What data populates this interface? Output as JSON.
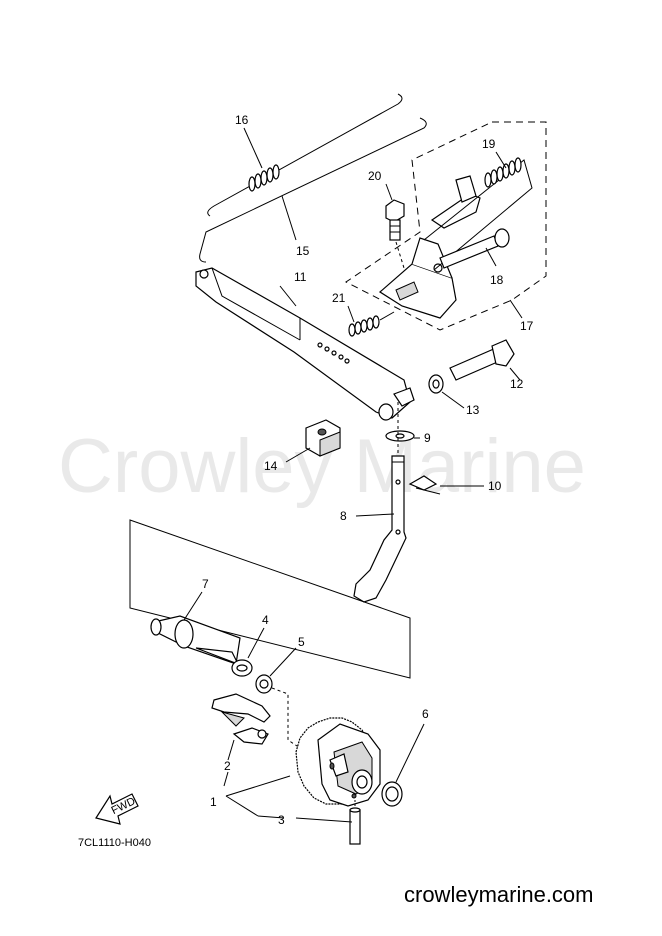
{
  "watermark": "Crowley Marine",
  "drawing_code": "7CL1110-H040",
  "footer_url": "crowleymarine.com",
  "fwd_label": "FWD",
  "callouts": {
    "c1": "1",
    "c2": "2",
    "c3": "3",
    "c4": "4",
    "c5": "5",
    "c6": "6",
    "c7": "7",
    "c8": "8",
    "c9": "9",
    "c10": "10",
    "c11": "11",
    "c12": "12",
    "c13": "13",
    "c14": "14",
    "c15": "15",
    "c16": "16",
    "c17": "17",
    "c18": "18",
    "c19": "19",
    "c20": "20",
    "c21": "21"
  }
}
